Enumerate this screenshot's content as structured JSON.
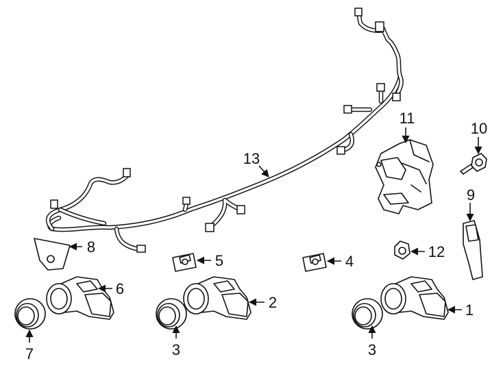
{
  "callouts": {
    "c1": "1",
    "c2": "2",
    "c3a": "3",
    "c3b": "3",
    "c4": "4",
    "c5": "5",
    "c6": "6",
    "c7": "7",
    "c8": "8",
    "c9": "9",
    "c10": "10",
    "c11": "11",
    "c12": "12",
    "c13": "13"
  }
}
